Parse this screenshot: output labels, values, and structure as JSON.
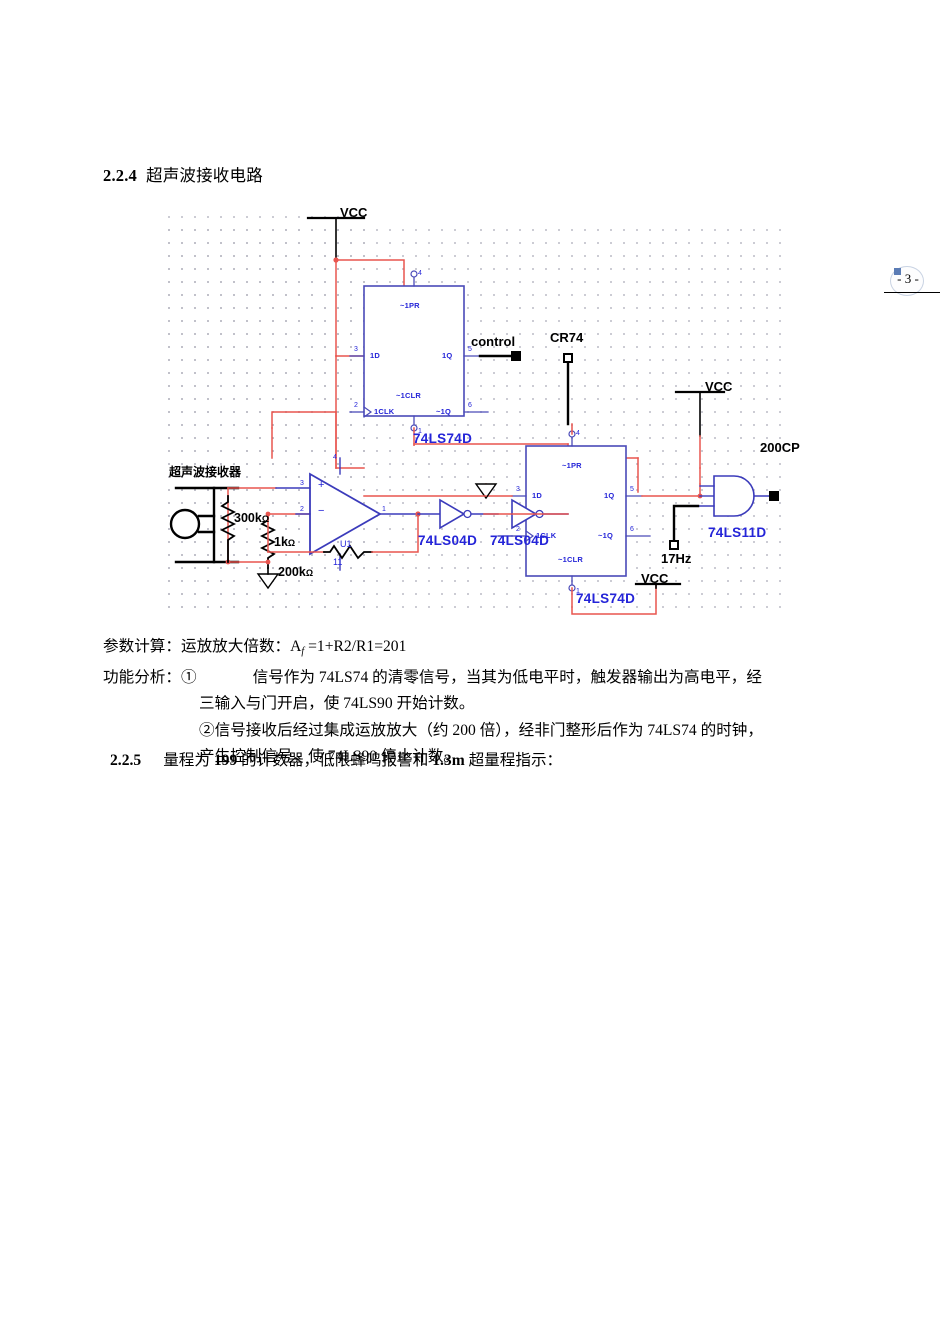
{
  "page": {
    "number_label": "- 3 -"
  },
  "heading": {
    "number": "2.2.4",
    "title": "超声波接收电路"
  },
  "schematic": {
    "title": "超声波接收电路",
    "labels": {
      "vcc_top": "VCC",
      "vcc_mid_right": "VCC",
      "vcc_bottom": "VCC",
      "control": "control",
      "cr74": "CR74",
      "output_200cp": "200CP",
      "clock_17hz": "17Hz",
      "receiver_cn": "超声波接收器"
    },
    "components": [
      {
        "ref": "ff1",
        "name": "74LS74D",
        "type": "d-flip-flop"
      },
      {
        "ref": "ff2",
        "name": "74LS74D",
        "type": "d-flip-flop"
      },
      {
        "ref": "inv1",
        "name": "74LS04D",
        "type": "inverter"
      },
      {
        "ref": "inv2",
        "name": "74LS04D",
        "type": "inverter"
      },
      {
        "ref": "and1",
        "name": "74LS11D",
        "type": "and-gate-3in"
      },
      {
        "ref": "u1",
        "name": "U1",
        "type": "op-amp"
      }
    ],
    "chip_labels": {
      "ff1": "74LS74D",
      "ff2": "74LS74D",
      "inv1": "74LS04D",
      "inv2": "74LS04D",
      "and1": "74LS11D",
      "opamp": "U1"
    },
    "ff_pins": {
      "pr": "~1PR",
      "d": "1D",
      "q": "1Q",
      "clk": "1CLK",
      "nq": "~1Q",
      "clr": "~1CLR",
      "n1": "1",
      "n2": "2",
      "n3": "3",
      "n4": "4",
      "n5": "5",
      "n6": "6"
    },
    "opamp_pins": {
      "plus": "+",
      "minus": "−",
      "n1": "1",
      "n2": "2",
      "n3": "3",
      "n4": "4",
      "n11": "11"
    },
    "resistors": [
      {
        "ref": "R3",
        "value": "300k",
        "unit": "Ω"
      },
      {
        "ref": "R1",
        "value": "1k",
        "unit": "Ω"
      },
      {
        "ref": "R2",
        "value": "200k",
        "unit": "Ω"
      }
    ]
  },
  "body": {
    "line1_label": "参数计算：",
    "line1_text": "运放放大倍数：",
    "line1_formula_a": "A",
    "line1_formula_sub": "f",
    "line1_formula_rest": " =1+R2/R1=201",
    "line2_label": "功能分析：",
    "line2_marker": "①",
    "line2_text": "信号作为 74LS74 的清零信号，当其为低电平时，触发器输出为高电平，经",
    "line3_text": "三输入与门开启，使 74LS90 开始计数。",
    "line4_text": "②信号接收后经过集成运放放大（约 200 倍），经非门整形后作为 74LS74 的时钟，",
    "line5_text": "产生控制信号，使 74LS90 停止计数。"
  },
  "section225": {
    "number": "2.2.5",
    "text_a": "量程为 ",
    "text_b": "199",
    "text_c": " 的计数器，低限蜂鸣报警和 ",
    "text_d": "1.3m",
    "text_e": " 超量程指示："
  },
  "colors": {
    "wire_red": "#e8554f",
    "wire_blue": "#3b3bbb",
    "wire_black": "#000000",
    "chip_outline": "#4a4ab8",
    "chip_text": "#2424d8",
    "grid_dot": "#b9b9c4"
  }
}
